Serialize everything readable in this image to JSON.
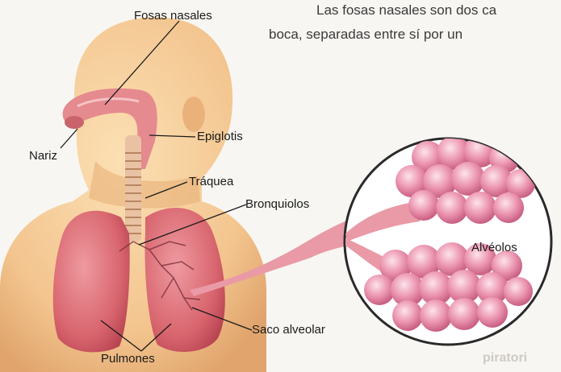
{
  "intro_text": {
    "line1": "Las fosas nasales son dos ca",
    "line2": "boca, separadas entre sí por un"
  },
  "labels": {
    "fosas_nasales": "Fosas nasales",
    "nariz": "Nariz",
    "epiglotis": "Epiglotis",
    "traquea": "Tráquea",
    "bronquiolos": "Bronquiolos",
    "alveolos": "Alvéolos",
    "saco_alveolar": "Saco alveolar",
    "pulmones": "Pulmones"
  },
  "faded_footer": "piratori",
  "colors": {
    "skin": "#f3c48e",
    "lung": "#d8656e",
    "airway": "#e58a8f",
    "alveoli": "#e98aa6"
  }
}
